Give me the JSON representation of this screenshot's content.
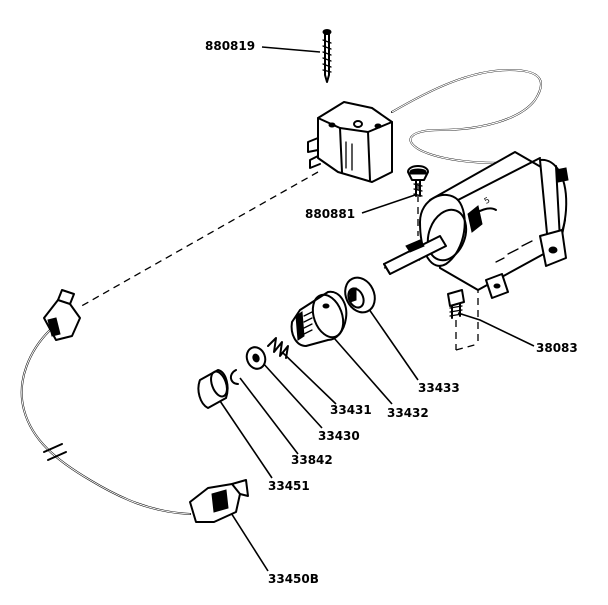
{
  "diagram": {
    "labels": {
      "screw": "880819",
      "button_screw": "880881",
      "terminal_screw": "38083",
      "end_cap": "33433",
      "pinion_gear": "33432",
      "spring": "33431",
      "washer": "33430",
      "retaining_ring": "33842",
      "cap": "33451",
      "cord": "33450B"
    },
    "line_color": "#000000",
    "background": "#ffffff"
  }
}
